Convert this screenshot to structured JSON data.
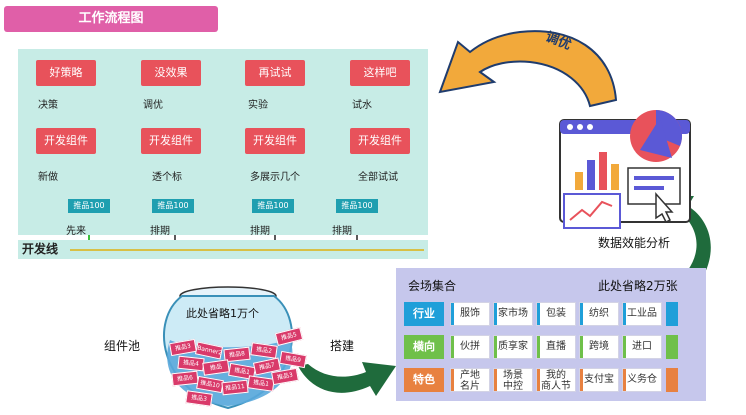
{
  "title": "工作流程图",
  "flow": {
    "strategies": [
      "好策略",
      "没效果",
      "再试试",
      "这样吧"
    ],
    "arrow_labels": [
      "决策",
      "调优",
      "实验",
      "试水"
    ],
    "component_box": "开发组件",
    "outcome_labels": [
      "新做",
      "透个标",
      "多展示几个",
      "全部试试"
    ],
    "item_box": "推品100",
    "order_labels": [
      "先来",
      "排期",
      "排期",
      "排期"
    ],
    "dev_line": "开发线"
  },
  "tune_label": "调优",
  "analysis_label": "数据效能分析",
  "pool": {
    "label": "组件池",
    "note": "此处省略1万个",
    "cards": [
      "推品3",
      "Banner20",
      "推品8",
      "推品2",
      "推品5",
      "推品4",
      "推品",
      "推品1",
      "推品7",
      "推品9",
      "推品6",
      "推品10",
      "推品11",
      "推品1",
      "推品3",
      "推品3"
    ]
  },
  "build_label": "搭建",
  "venue": {
    "title": "会场集合",
    "note": "此处省略2万张",
    "rows": [
      {
        "head": "行业",
        "cells": [
          "服饰",
          "家市场",
          "包装",
          "纺织",
          "工业品"
        ]
      },
      {
        "head": "横向",
        "cells": [
          "伙拼",
          "质享家",
          "直播",
          "跨境",
          "进口"
        ]
      },
      {
        "head": "特色",
        "cells": [
          "产地\n名片",
          "场景\n中控",
          "我的\n商人节",
          "支付宝",
          "义务仓"
        ]
      }
    ]
  },
  "colors": {
    "title_pill": "#e05fa8",
    "panel": "#c7ece6",
    "red_box": "#e8525b",
    "teal_box": "#1f9fb0",
    "orange_arrow": "#f2a93b",
    "green_arrow": "#1f6b3c",
    "row_industry": "#1f9fd9",
    "row_horizontal": "#6fc04a",
    "row_feature": "#e88140"
  }
}
